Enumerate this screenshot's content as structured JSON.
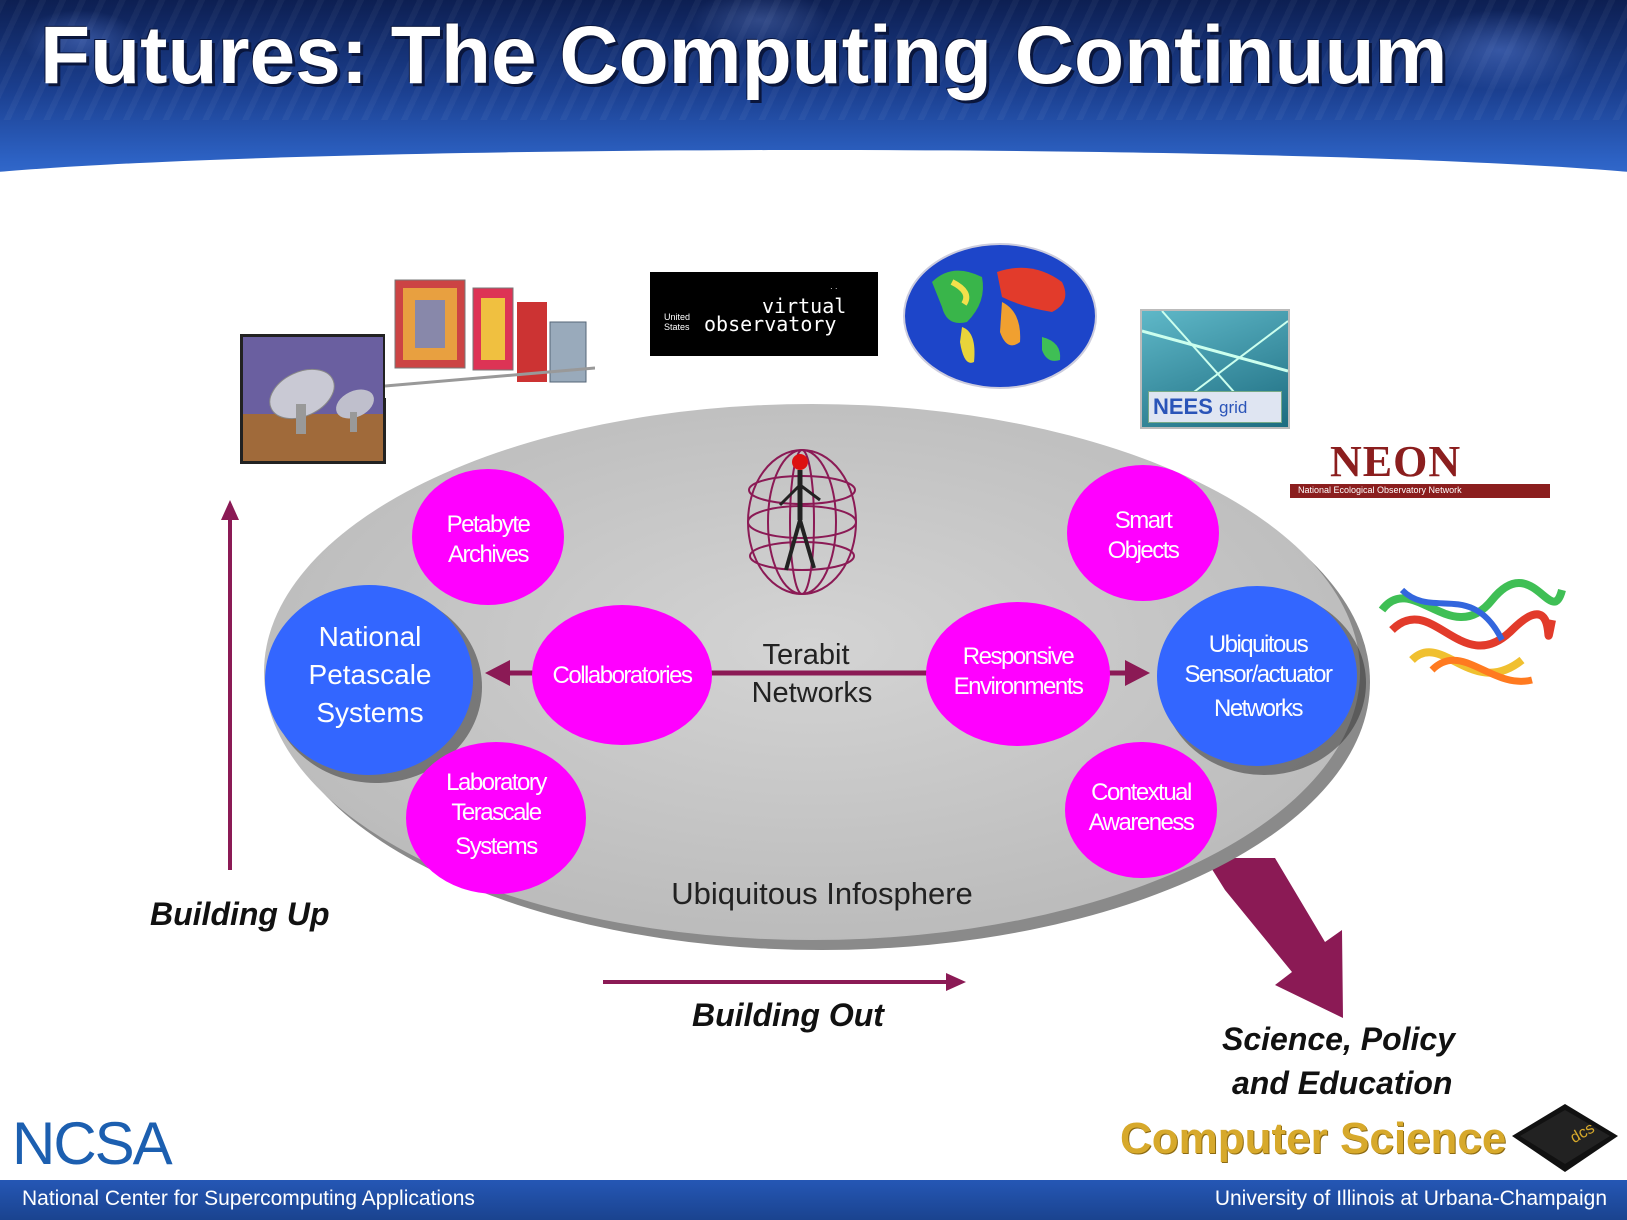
{
  "title": "Futures: The Computing Continuum",
  "diagram": {
    "nodes": {
      "petabyte_archives": [
        "Petabyte",
        "Archives"
      ],
      "national_petascale": [
        "National",
        "Petascale",
        "Systems"
      ],
      "laboratory_terascale": [
        "Laboratory",
        "Terascale",
        "Systems"
      ],
      "collaboratories": "Collaboratories",
      "responsive_environments": [
        "Responsive",
        "Environments"
      ],
      "smart_objects": [
        "Smart",
        "Objects"
      ],
      "ubiquitous_sensor": [
        "Ubiquitous",
        "Sensor/actuator",
        "Networks"
      ],
      "contextual_awareness": [
        "Contextual",
        "Awareness"
      ]
    },
    "terabit_networks": [
      "Terabit",
      "Networks"
    ],
    "ubiquitous_infosphere": "Ubiquitous Infosphere",
    "building_up": "Building Up",
    "building_out": "Building Out",
    "science_policy": [
      "Science, Policy",
      "and Education"
    ],
    "colors": {
      "magenta_node": "#ff00ff",
      "blue_node": "#3366ff",
      "ellipse": "#c0c0c0",
      "arrow": "#8b1a55"
    }
  },
  "images": {
    "vo_logo_small": "United States",
    "vo_logo_big_1": "virtual",
    "vo_logo_big_2": "observatory",
    "neesgrid_1": "NEES",
    "neesgrid_2": "grid",
    "neon": "NEON",
    "neon_sub": "National Ecological Observatory Network"
  },
  "logos": {
    "ncsa": "NCSA",
    "computer_science": "Computer Science",
    "cs_diamond": "dcs"
  },
  "footer": {
    "left": "National Center for Supercomputing Applications",
    "right": "University of Illinois at Urbana-Champaign"
  }
}
